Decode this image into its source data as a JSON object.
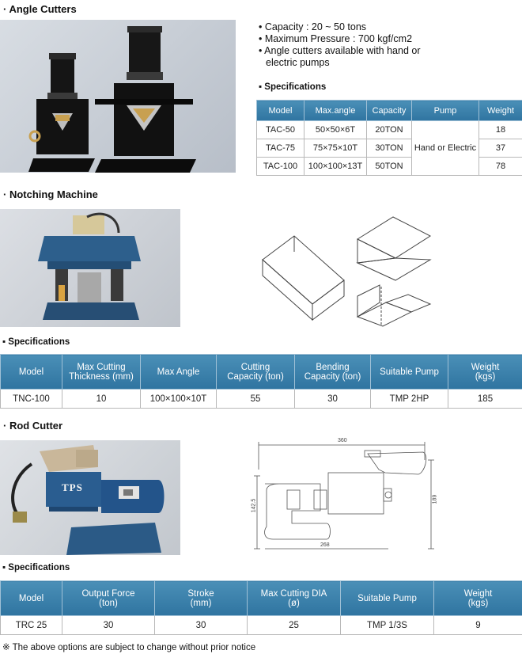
{
  "angle_cutters": {
    "title": "· Angle Cutters",
    "features": [
      "• Capacity : 20 ~ 50 tons",
      "• Maximum Pressure : 700 kgf/cm2",
      "• Angle cutters available with hand or",
      "electric pumps"
    ],
    "spec_title": "▪ Specifications",
    "table": {
      "headers": [
        "Model",
        "Max.angle",
        "Capacity",
        "Pump",
        "Weight"
      ],
      "rows": [
        [
          "TAC-50",
          "50×50×6T",
          "20TON",
          "18"
        ],
        [
          "TAC-75",
          "75×75×10T",
          "30TON",
          "37"
        ],
        [
          "TAC-100",
          "100×100×13T",
          "50TON",
          "78"
        ]
      ],
      "pump_merged": "Hand or Electric"
    }
  },
  "notching_machine": {
    "title": "· Notching Machine",
    "spec_title": "▪ Specifications",
    "table": {
      "headers": [
        "Model",
        "Max Cutting\nThickness (mm)",
        "Max Angle",
        "Cutting\nCapacity (ton)",
        "Bending\nCapacity (ton)",
        "Suitable Pump",
        "Weight\n(kgs)"
      ],
      "row": [
        "TNC-100",
        "10",
        "100×100×10T",
        "55",
        "30",
        "TMP 2HP",
        "185"
      ]
    }
  },
  "rod_cutter": {
    "title": "· Rod Cutter",
    "brand_label": "TPS",
    "drawing": {
      "dim_top": "360",
      "dim_left": "142.5",
      "dim_right": "189",
      "dim_bottom": "268"
    },
    "spec_title": "▪ Specifications",
    "table": {
      "headers": [
        "Model",
        "Output Force\n(ton)",
        "Stroke\n(mm)",
        "Max Cutting DIA\n(ø)",
        "Suitable Pump",
        "Weight\n(kgs)"
      ],
      "row": [
        "TRC 25",
        "30",
        "30",
        "25",
        "TMP 1/3S",
        "9"
      ]
    }
  },
  "footnote": "※ The above options are subject to change without prior notice"
}
